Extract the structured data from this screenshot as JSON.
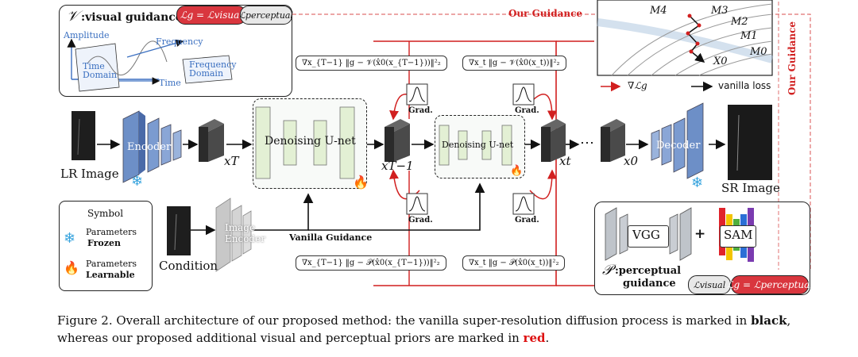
{
  "visual_box": {
    "title": ":visual guidance",
    "symbol": "𝒱",
    "lg_label": "ℒg = ℒvisual",
    "perceptual_label": "ℒperceptual",
    "amplitude": "Amplitude",
    "frequency": "Frequency",
    "time_domain": "Time Domain",
    "frequency_domain": "Frequency Domain",
    "time": "Time"
  },
  "our_guidance_top": "Our  Guidance",
  "our_guidance_side": "Our  Guidance",
  "contour": {
    "m_labels": [
      "M4",
      "M3",
      "M2",
      "M1",
      "M0"
    ],
    "x0": "X0",
    "legend_grad": "∇ℒg",
    "legend_vanilla": "vanilla loss"
  },
  "formulas": {
    "visual_top_left": "∇x_{T−1} ‖g − 𝒱(x̂0(x_{T−1}))‖²₂",
    "visual_top_right": "∇x_t ‖g − 𝒱(x̂0(x_t))‖²₂",
    "perc_bottom_left": "∇x_{T−1} ‖g − 𝒫(x̂0(x_{T−1}))‖²₂",
    "perc_bottom_right": "∇x_t ‖g − 𝒫(x̂0(x_t))‖²₂"
  },
  "pipeline": {
    "lr_image": "LR Image",
    "encoder": "Encoder",
    "xT": "xT",
    "denoising_big": "Denoising U-net",
    "xT1": "xT−1",
    "denoising_small": "Denoising U-net",
    "xt": "xt",
    "dots": "⋯",
    "x0": "x0",
    "decoder": "Decoder",
    "sr_image": "SR Image",
    "grad": "Grad.",
    "condition": "Condition",
    "image_encoder": "Image Encoder",
    "vanilla_guidance": "Vanilla Guidance"
  },
  "symbol_box": {
    "title": "Symbol",
    "frozen_line1": "Parameters",
    "frozen_line2": "Frozen",
    "learn_line1": "Parameters",
    "learn_line2": "Learnable"
  },
  "perceptual_box": {
    "vgg": "VGG",
    "plus": "+",
    "sam": "SAM",
    "symbol": "𝒫",
    "title_line1": ":perceptual",
    "title_line2": "guidance",
    "visual_pill": "ℒvisual",
    "lg_pill": "ℒg = ℒperceptual"
  },
  "caption": {
    "part1": "Figure 2.  Overall architecture of our proposed method: the vanilla super-resolution diffusion process is marked in ",
    "black_word": "black",
    "part2": ", whereas our proposed additional visual and perceptual priors are marked in ",
    "red_word": "red",
    "part3": "."
  },
  "colors": {
    "red": "#d11f1f",
    "encoder_blue": "#6d8fc7",
    "unet_green": "#dff0c8"
  }
}
